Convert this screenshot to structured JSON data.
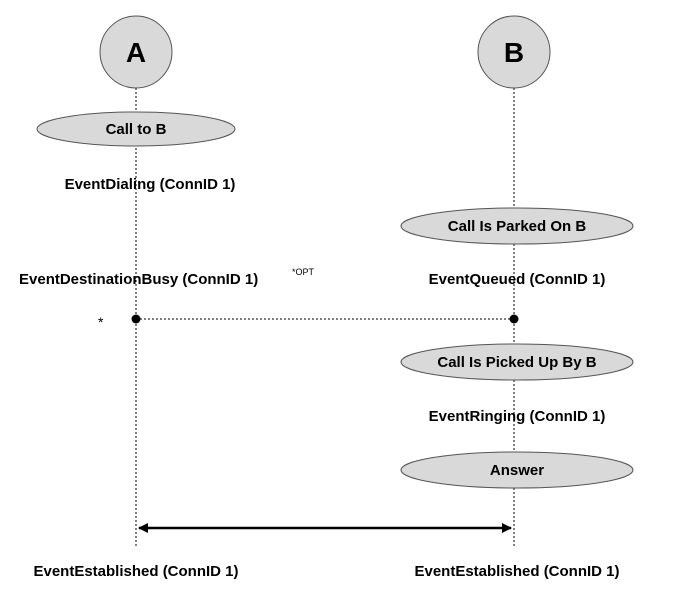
{
  "parties": {
    "a": {
      "label": "A"
    },
    "b": {
      "label": "B"
    }
  },
  "actions": {
    "call_to_b": "Call to B",
    "call_parked": "Call Is Parked On B",
    "call_picked_up": "Call Is Picked Up By B",
    "answer": "Answer"
  },
  "events": {
    "a_dialing": "EventDialing (ConnID 1)",
    "a_destination_busy": "EventDestinationBusy (ConnID 1)",
    "a_destination_busy_sup": "*OPT",
    "b_queued": "EventQueued (ConnID 1)",
    "b_ringing": "EventRinging (ConnID 1)",
    "a_established": "EventEstablished (ConnID 1)",
    "b_established": "EventEstablished (ConnID 1)"
  },
  "footnote_marker": "*",
  "colors": {
    "shape_fill": "#d9d9d9",
    "shape_stroke": "#555555",
    "line": "#000000"
  }
}
